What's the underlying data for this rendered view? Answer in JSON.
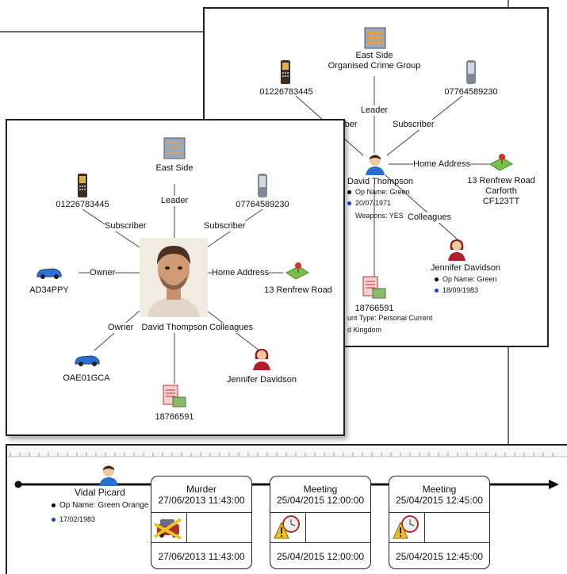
{
  "back_chart": {
    "org": {
      "line1": "East Side",
      "line2": "Organised Crime Group"
    },
    "phone1": "01226783445",
    "phone2": "07764589230",
    "edge_leader": "Leader",
    "edge_subscriber1": "Subscriber",
    "edge_subscriber2": "Subscriber",
    "edge_home_address": "Home Address",
    "edge_colleagues": "Colleagues",
    "person": {
      "name": "David Thompson",
      "opname": "Op Name: Green",
      "dob": "20/07/1971",
      "weapons": "Weapons: YES"
    },
    "address": {
      "line1": "13 Renfrew Road",
      "line2": "Carforth",
      "line3": "CF123TT"
    },
    "jennifer": {
      "name": "Jennifer Davidson",
      "opname": "Op Name: Green",
      "dob": "18/09/1983"
    },
    "account": {
      "number": "18766591",
      "type": "unt Type: Personal Current",
      "country": "d Kingdom"
    }
  },
  "front_chart": {
    "org": "East Side",
    "phone1": "01226783445",
    "phone2": "07764589230",
    "edge_leader": "Leader",
    "edge_subscriber1": "Subscriber",
    "edge_subscriber2": "Subscriber",
    "edge_owner1": "Owner",
    "edge_owner2": "Owner",
    "edge_home_address": "Home Address",
    "edge_colleagues": "Colleagues",
    "car1": "AD34PPY",
    "car2": "OAE01GCA",
    "address": "13 Renfrew Road",
    "person": "David Thompson",
    "jennifer": "Jennifer Davidson",
    "account": "18766591"
  },
  "timeline": {
    "person": {
      "name": "Vidal Picard",
      "opname": "Op Name: Green Orange",
      "dob": "17/02/1983"
    },
    "events": [
      {
        "title": "Murder",
        "datetime": "27/06/2013 11:43:00",
        "footer": "27/06/2013 11:43:00",
        "icon": "crime-scene-icon"
      },
      {
        "title": "Meeting",
        "datetime": "25/04/2015 12:00:00",
        "footer": "25/04/2015 12:00:00",
        "icon": "meeting-warning-icon"
      },
      {
        "title": "Meeting",
        "datetime": "25/04/2015 12:45:00",
        "footer": "25/04/2015 12:45:00",
        "icon": "meeting-warning-icon"
      }
    ]
  },
  "colors": {
    "bullet_black": "#000000",
    "bullet_blue": "#1a3fd6",
    "person_blue": "#2a6fd0",
    "female_red": "#b0202a"
  }
}
